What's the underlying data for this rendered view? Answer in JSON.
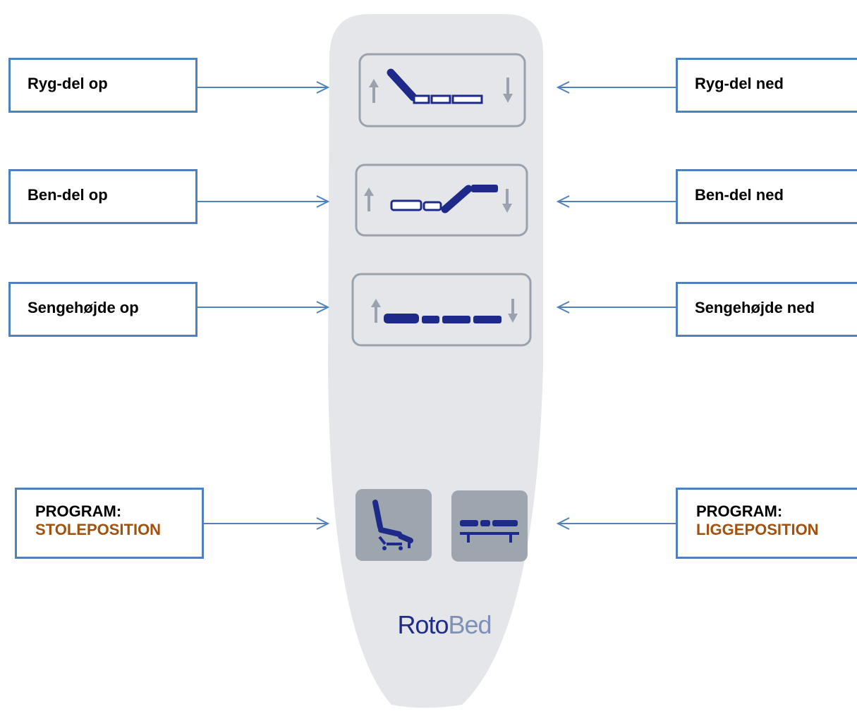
{
  "labels": {
    "back_up": "Ryg-del op",
    "back_down": "Ryg-del ned",
    "leg_up": "Ben-del op",
    "leg_down": "Ben-del ned",
    "height_up": "Sengehøjde op",
    "height_down": "Sengehøjde ned",
    "program_chair_title": "PROGRAM:",
    "program_chair_mode": "STOLEPOSITION",
    "program_lie_title": "PROGRAM:",
    "program_lie_mode": "LIGGEPOSITION"
  },
  "brand": {
    "part1": "Roto",
    "part2": "Bed"
  },
  "colors": {
    "box_border": "#4f81bd",
    "arrow": "#4f81bd",
    "program_mode_text": "#a0520e",
    "remote_body": "#e4e6e9",
    "button_outline": "#9aa3ad",
    "icon_blue": "#1e2a8a",
    "arrow_gray": "#9aa3ad",
    "program_button_fill": "#9da5af"
  },
  "icons": [
    "up-arrow-icon",
    "down-arrow-icon",
    "back-section-icon",
    "leg-section-icon",
    "bed-height-icon",
    "chair-position-icon",
    "lie-position-icon"
  ]
}
